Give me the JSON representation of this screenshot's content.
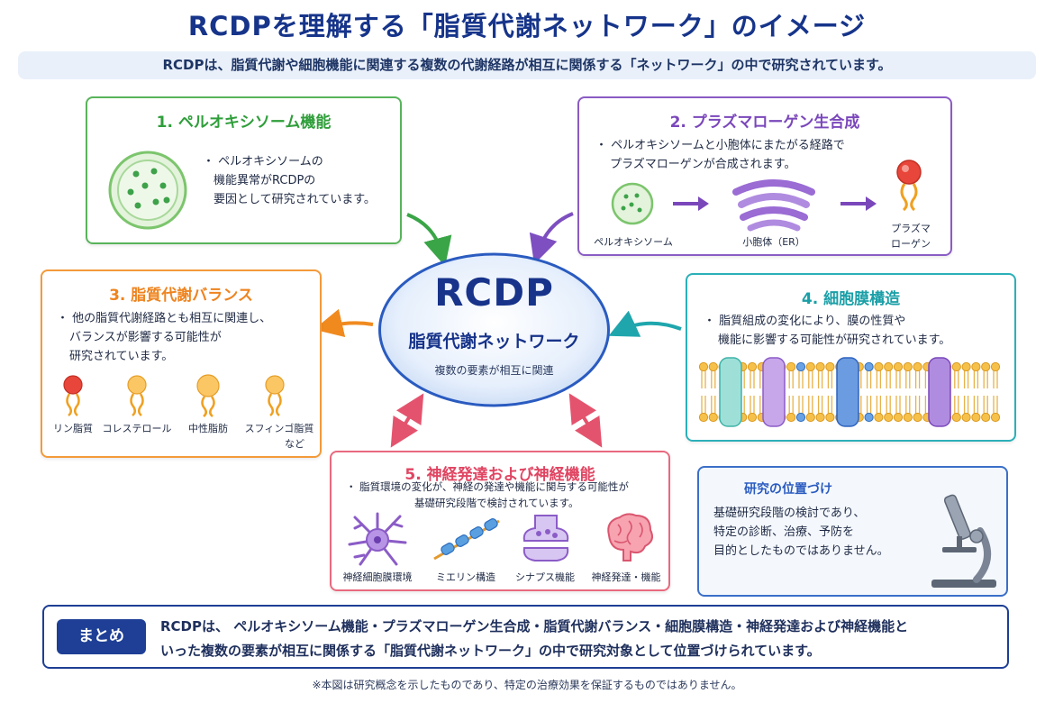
{
  "title": "RCDPを理解する「脂質代謝ネットワーク」のイメージ",
  "subtitle": "RCDPは、脂質代謝や細胞機能に関連する複数の代謝経路が相互に関係する「ネットワーク」の中で研究されています。",
  "center": {
    "title": "RCDP",
    "subtitle": "脂質代謝ネットワーク",
    "note": "複数の要素が相互に関連"
  },
  "cards": {
    "peroxisome": {
      "title": "1. ペルオキシソーム機能",
      "lines": [
        "・ ペルオキシソームの",
        "機能異常がRCDPの",
        "要因として研究されています。"
      ],
      "icon": "peroxisome-icon",
      "color": "#58b45a"
    },
    "plasmalogen": {
      "title": "2. プラズマローゲン生合成",
      "lines": [
        "・ ペルオキシソームと小胞体にまたがる経路で",
        "プラズマローゲンが合成されます。"
      ],
      "labels": [
        "ペルオキシソーム",
        "小胞体（ER）",
        "プラズマ",
        "ローゲン"
      ],
      "color": "#8a5cc4"
    },
    "balance": {
      "title": "3. 脂質代謝バランス",
      "lines": [
        "・ 他の脂質代謝経路とも相互に関連し、",
        "バランスが影響する可能性が",
        "研究されています。"
      ],
      "labels": [
        "リン脂質",
        "コレステロール",
        "中性脂肪",
        "スフィンゴ脂質",
        "など"
      ],
      "color": "#f39a3a"
    },
    "membrane": {
      "title": "4. 細胞膜構造",
      "lines": [
        "・ 脂質組成の変化により、膜の性質や",
        "機能に影響する可能性が研究されています。"
      ],
      "icon": "cell-membrane-icon",
      "color": "#2bb0b8"
    },
    "neuro": {
      "title": "5. 神経発達および神経機能",
      "lines": [
        "・ 脂質環境の変化が、神経の発達や機能に関与する可能性が",
        "基礎研究段階で検討されています。"
      ],
      "labels": [
        "神経細胞膜環境",
        "ミエリン構造",
        "シナプス機能",
        "神経発達・機能"
      ],
      "color": "#e9697f"
    },
    "position": {
      "title": "研究の位置づけ",
      "lines": [
        "基礎研究段階の検討であり、",
        "特定の診断、治療、予防を",
        "目的としたものではありません。"
      ],
      "icon": "microscope-icon",
      "color": "#3b6fc9"
    }
  },
  "summary": {
    "badge": "まとめ",
    "lines": [
      "RCDPは、 ペルオキシソーム機能・プラズマローゲン生合成・脂質代謝バランス・細胞膜構造・神経発達および神経機能と",
      "いった複数の要素が相互に関係する「脂質代謝ネットワーク」の中で研究対象として位置づけられています。"
    ]
  },
  "footnote": "※本図は研究概念を示したものであり、特定の治療効果を保証するものではありません。"
}
